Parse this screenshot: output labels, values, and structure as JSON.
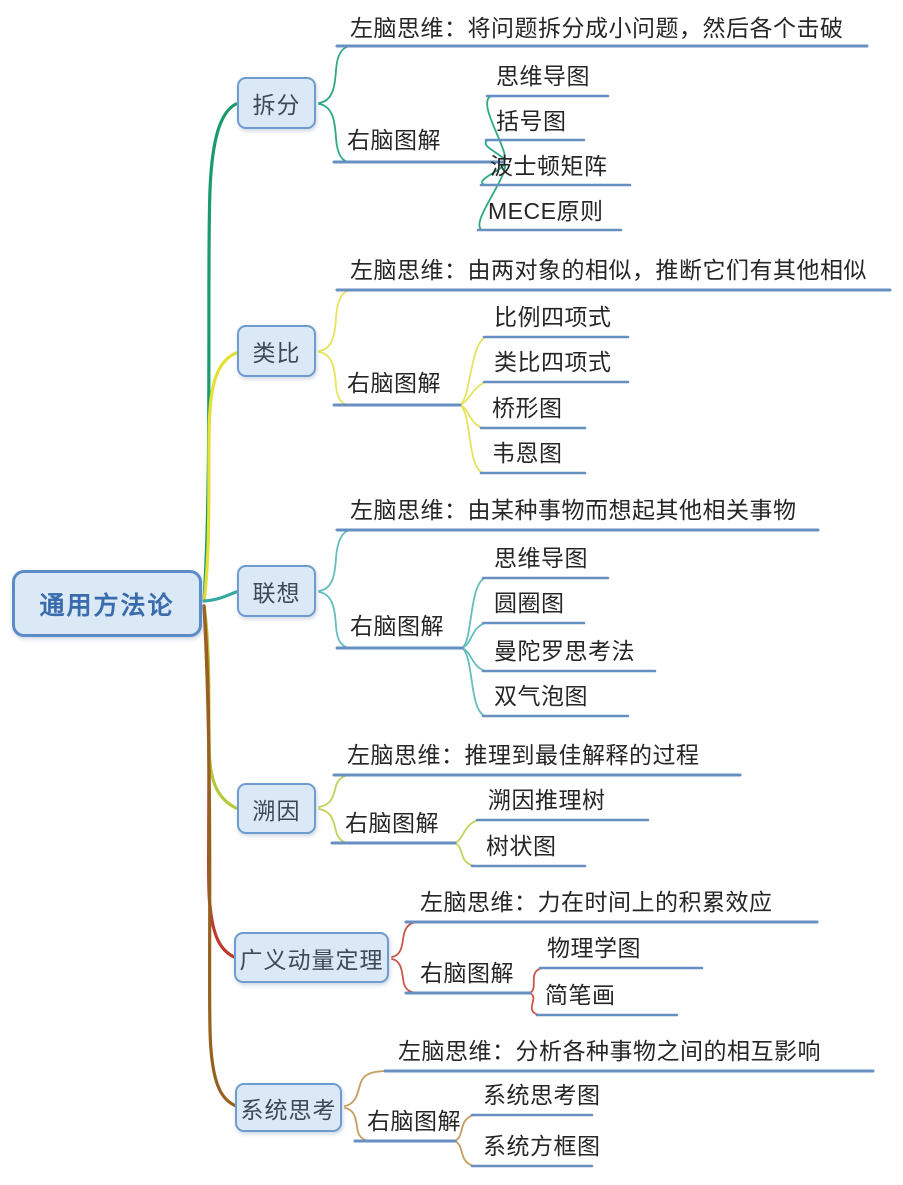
{
  "title": "通用方法论",
  "colors": {
    "background": "#ffffff",
    "node_fill": "#dbe8f6",
    "node_border": "#6f9ccf",
    "center_title_text": "#3a6cad",
    "underline": "#6790c0",
    "body_text": "#262626"
  },
  "branches": [
    {
      "label": "拆分",
      "color": "#1a9b6e",
      "fork_color": "#2fa884",
      "left_brain": "左脑思维：将问题拆分成小问题，然后各个击破",
      "right_brain_label": "右脑图解",
      "diagrams": [
        "思维导图",
        "括号图",
        "波士顿矩阵",
        "MECE原则"
      ]
    },
    {
      "label": "类比",
      "color": "#e3e135",
      "fork_color": "#e6e45e",
      "left_brain": "左脑思维：由两对象的相似，推断它们有其他相似",
      "right_brain_label": "右脑图解",
      "diagrams": [
        "比例四项式",
        "类比四项式",
        "桥形图",
        "韦恩图"
      ]
    },
    {
      "label": "联想",
      "color": "#36a8a2",
      "fork_color": "#66bdc0",
      "left_brain": "左脑思维：由某种事物而想起其他相关事物",
      "right_brain_label": "右脑图解",
      "diagrams": [
        "思维导图",
        "圆圈图",
        "曼陀罗思考法",
        "双气泡图"
      ]
    },
    {
      "label": "溯因",
      "color": "#b5c93b",
      "fork_color": "#c3d25c",
      "left_brain": "左脑思维：推理到最佳解释的过程",
      "right_brain_label": "右脑图解",
      "diagrams": [
        "溯因推理树",
        "树状图"
      ]
    },
    {
      "label": "广义动量定理",
      "color": "#bf3a2e",
      "fork_color": "#c9564a",
      "left_brain": "左脑思维：力在时间上的积累效应",
      "right_brain_label": "右脑图解",
      "diagrams": [
        "物理学图",
        "简笔画"
      ]
    },
    {
      "label": "系统思考",
      "color": "#96611f",
      "fork_color": "#c79d5e",
      "left_brain": "左脑思维：分析各种事物之间的相互影响",
      "right_brain_label": "右脑图解",
      "diagrams": [
        "系统思考图",
        "系统方框图"
      ]
    }
  ]
}
